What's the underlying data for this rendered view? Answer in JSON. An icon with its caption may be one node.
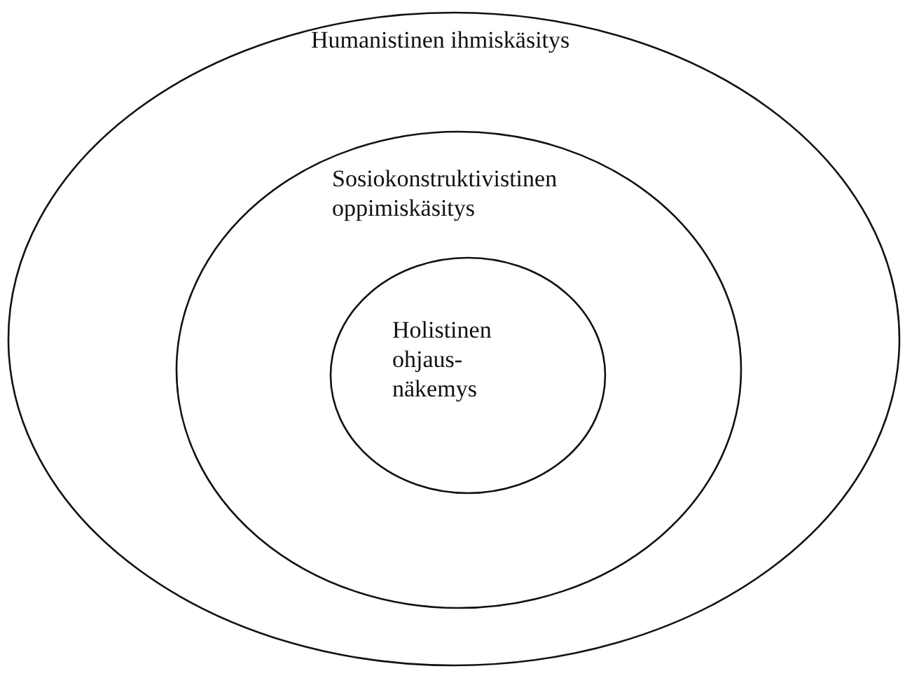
{
  "diagram": {
    "nodes": [
      {
        "text": [
          "Humanistinen ihmiskäsitys"
        ]
      },
      {
        "text": [
          "Sosiokonstruktivistinen oppimiskäsitys"
        ],
        "in": 0
      },
      {
        "text": [
          "Holistinen ohjaus- näkemys"
        ],
        "in": 1
      }
    ]
  }
}
